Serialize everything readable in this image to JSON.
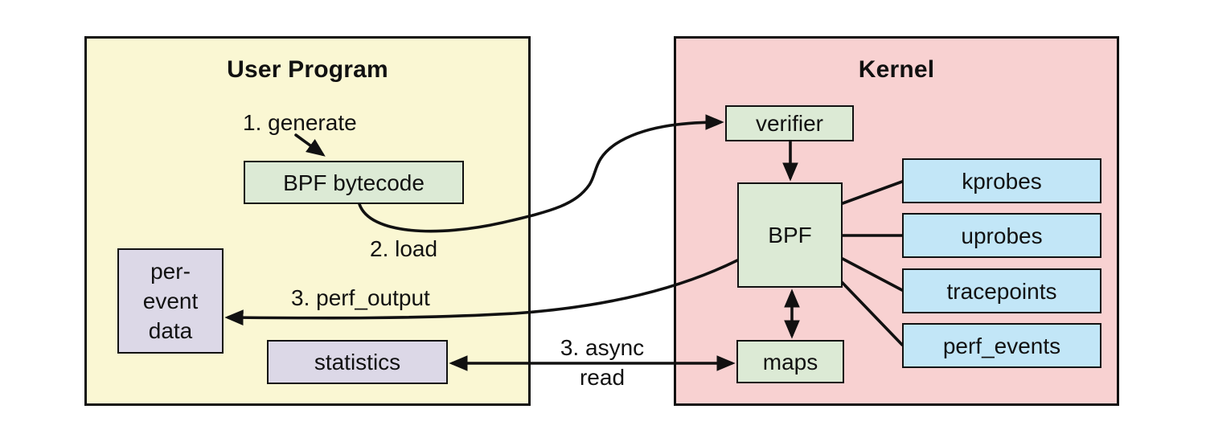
{
  "user_program": {
    "title": "User Program",
    "bytecode_box": "BPF bytecode",
    "per_event_box": {
      "line1": "per-",
      "line2": "event",
      "line3": "data"
    },
    "statistics_box": "statistics"
  },
  "kernel": {
    "title": "Kernel",
    "verifier_box": "verifier",
    "bpf_box": "BPF",
    "maps_box": "maps",
    "event_sources": [
      "kprobes",
      "uprobes",
      "tracepoints",
      "perf_events"
    ]
  },
  "annotations": {
    "generate": "1. generate",
    "load": "2. load",
    "perf_output": "3. perf_output",
    "async_read_line1": "3. async",
    "async_read_line2": "read"
  },
  "colors": {
    "user_program_bg": "#FAF7D3",
    "kernel_bg": "#F8D1D1",
    "green_box_bg": "#DCEAD5",
    "blue_box_bg": "#C2E6F7",
    "purple_box_bg": "#DCD8E7",
    "line": "#111111"
  }
}
